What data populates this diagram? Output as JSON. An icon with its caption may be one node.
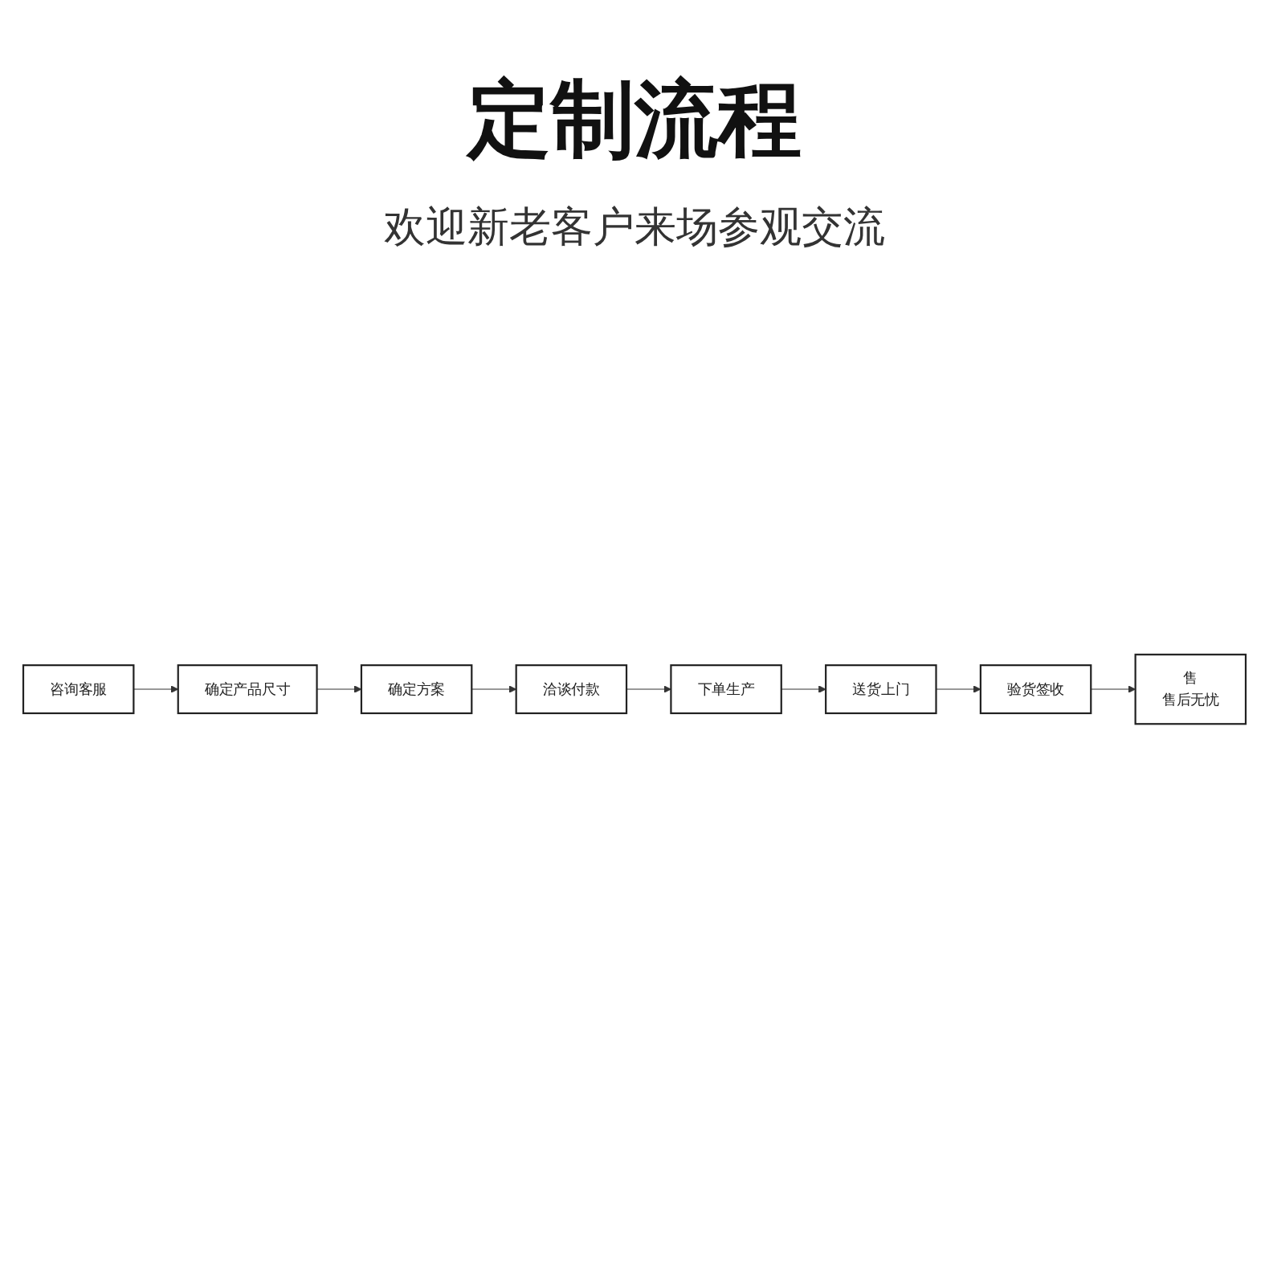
{
  "diagram": {
    "title": "定制流程",
    "labels": [
      "欢迎新老客户来场参观交流"
    ],
    "nodes": [
      {
        "text": [
          "咨询客服"
        ]
      },
      {
        "text": [
          "确定产品尺寸"
        ]
      },
      {
        "text": [
          "确定方案"
        ]
      },
      {
        "text": [
          "洽谈付款"
        ]
      },
      {
        "text": [
          "下单生产"
        ]
      },
      {
        "text": [
          "送货上门"
        ]
      },
      {
        "text": [
          "验货签收"
        ]
      },
      {
        "text": [
          "售",
          "售后无忧"
        ]
      }
    ],
    "edges": [
      {
        "from": 0,
        "to": 1,
        "arrow": "to"
      },
      {
        "from": 1,
        "to": 2,
        "arrow": "to"
      },
      {
        "from": 2,
        "to": 3,
        "arrow": "to"
      },
      {
        "from": 3,
        "to": 4,
        "arrow": "to"
      },
      {
        "from": 4,
        "to": 5,
        "arrow": "to"
      },
      {
        "from": 5,
        "to": 6,
        "arrow": "to"
      },
      {
        "from": 6,
        "to": 7,
        "arrow": "to"
      }
    ]
  }
}
